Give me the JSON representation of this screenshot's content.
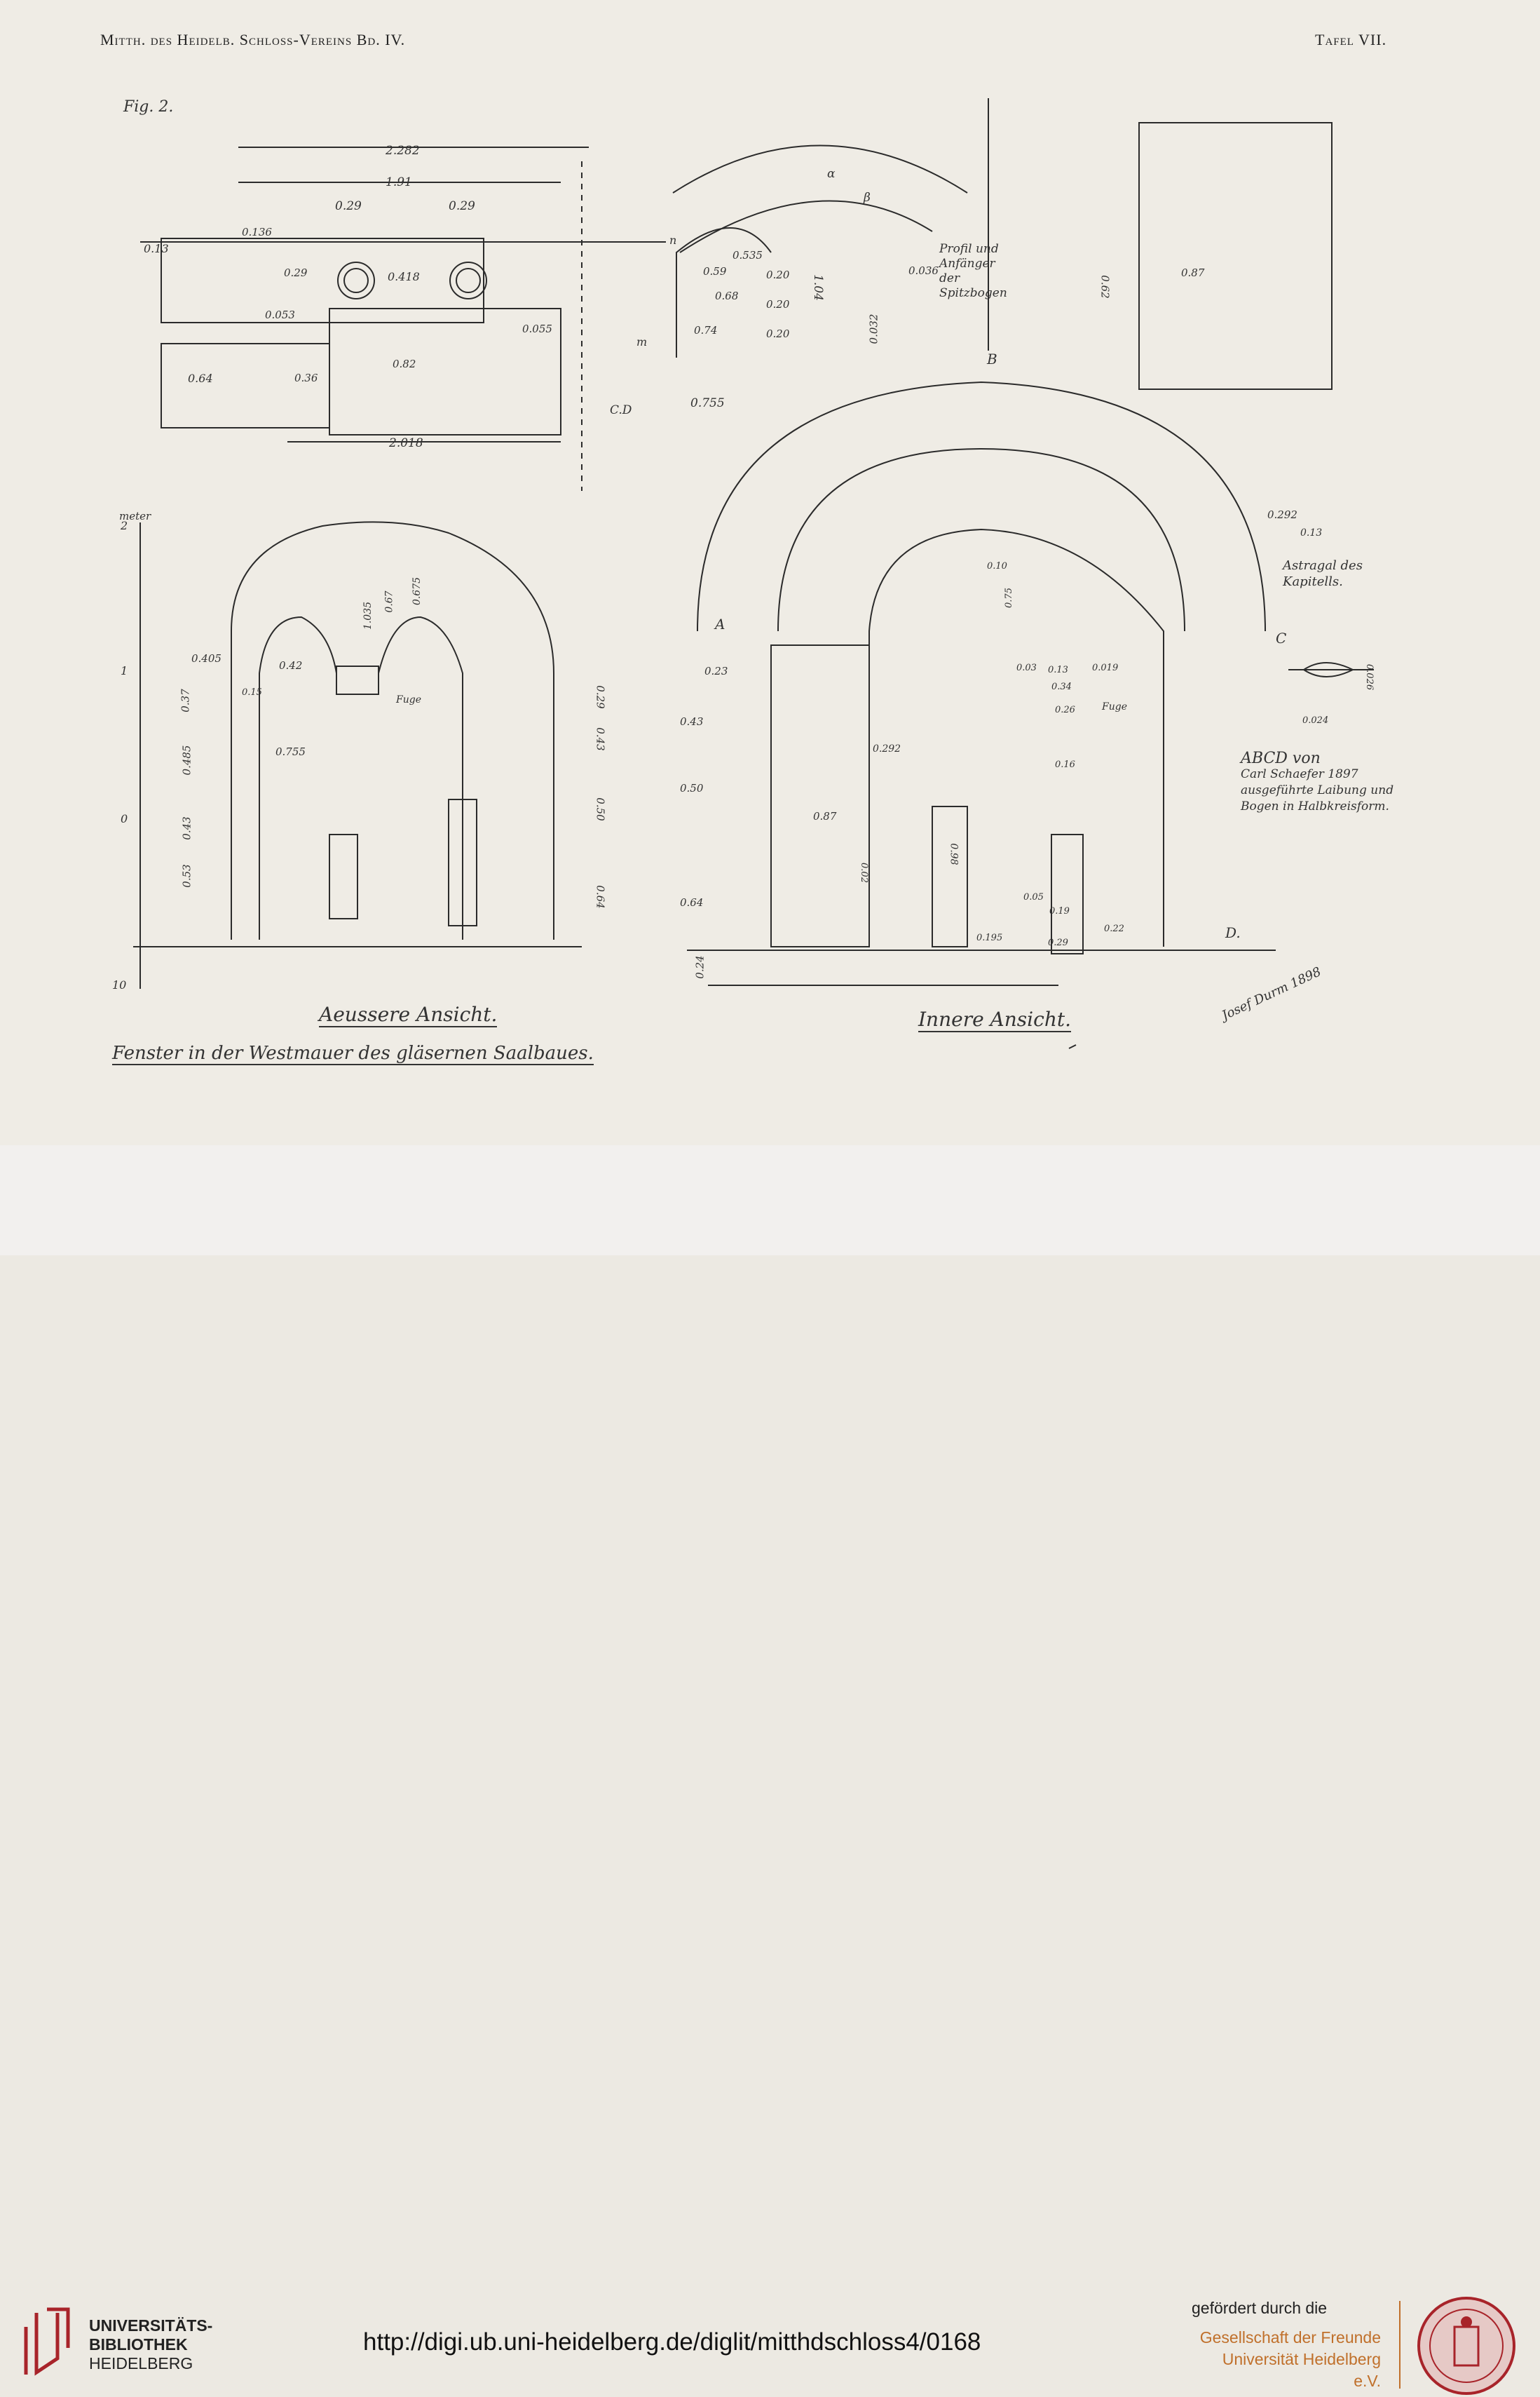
{
  "plate": {
    "header_left": "Mitth. des Heidelb. Schloss-Vereins Bd. IV.",
    "header_right": "Tafel VII.",
    "fig_label": "Fig. 2.",
    "title": "Fenster in der Westmauer des gläsernen Saalbaues.",
    "outer_view_label": "Aeussere Ansicht.",
    "inner_view_label": "Innere Ansicht.",
    "profile_note": [
      "Profil und",
      "Anfänger",
      "der",
      "Spitzbogen"
    ],
    "astragal_note": [
      "Astragal des",
      "Kapitells."
    ],
    "abcd_note": [
      "ABCD von",
      "Carl Schaefer 1897",
      "ausgeführte Laibung und",
      "Bogen in Halbkreisform."
    ],
    "signature": "Josef Durm 1898",
    "scale_label": "meter",
    "scale_numbers": [
      "2",
      "1",
      "0",
      "10"
    ],
    "letters": [
      "A",
      "B",
      "C",
      "D.",
      "C.D",
      "α",
      "β",
      "m",
      "n"
    ],
    "dims_top": [
      "2.282",
      "1.91",
      "0.29",
      "0.29",
      "0.136",
      "0.13",
      "0.418",
      "0.29",
      "0.053",
      "0.055",
      "0.64",
      "0.36",
      "0.82",
      "2.018"
    ],
    "dims_section": [
      "0.535",
      "0.59",
      "0.68",
      "0.74",
      "0.20",
      "0.20",
      "0.20",
      "0.755",
      "1.04",
      "0.036",
      "0.032",
      "0.62",
      "0.87"
    ],
    "dims_outer": [
      "0.405",
      "0.42",
      "0.15",
      "0.37",
      "0.485",
      "0.43",
      "0.53",
      "0.755",
      "1.035",
      "0.67",
      "0.675",
      "0.29",
      "0.43",
      "0.50",
      "0.64",
      "Fuge"
    ],
    "dims_inner": [
      "0.23",
      "0.43",
      "0.50",
      "0.64",
      "0.24",
      "0.87",
      "0.292",
      "0.10",
      "0.75",
      "0.03",
      "0.13",
      "0.34",
      "0.26",
      "0.16",
      "0.019",
      "0.05",
      "0.19",
      "0.22",
      "0.29",
      "0.195",
      "0.98",
      "0.02",
      "Fuge"
    ],
    "dims_right": [
      "0.292",
      "0.13",
      "0.024",
      "0.026"
    ]
  },
  "footer": {
    "library_name": [
      "UNIVERSITÄTS-",
      "BIBLIOTHEK",
      "HEIDELBERG"
    ],
    "url": "http://digi.ub.uni-heidelberg.de/diglit/mitthdschloss4/0168",
    "sponsor_text": "gefördert durch die",
    "society_name": [
      "Gesellschaft der Freunde",
      "Universität Heidelberg e.V."
    ]
  },
  "colors": {
    "paper": "#efece5",
    "ink": "#2b2b2b",
    "footer_bg": "#f2f0ee",
    "accent_orange": "#c0702b",
    "logo_red": "#a8242a"
  },
  "icons": [
    "university-library-logo-icon",
    "society-seal-icon"
  ]
}
